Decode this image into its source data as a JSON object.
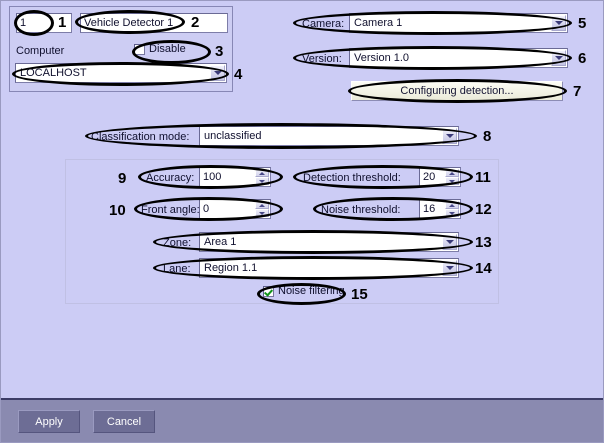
{
  "dialog": {
    "title_not_shown": "",
    "id_field": {
      "value": "1"
    },
    "name_field": {
      "value": "Vehicle Detector 1"
    },
    "computer_label": "Computer",
    "disable_checkbox": {
      "label": "Disable",
      "checked": false
    },
    "computer_combo": {
      "value": "LOCALHOST"
    },
    "camera_label": "Camera:",
    "camera_combo": {
      "value": "Camera 1"
    },
    "version_label": "Version:",
    "version_combo": {
      "value": "Version 1.0"
    },
    "configuring_button": {
      "label": "Configuring detection..."
    },
    "classification_label": "Classification mode:",
    "classification_combo": {
      "value": "unclassified"
    },
    "accuracy_label": "Accuracy:",
    "accuracy_spin": {
      "value": "100"
    },
    "front_angle_label": "Front angle:",
    "front_angle_spin": {
      "value": "0"
    },
    "detection_threshold_label": "Detection threshold:",
    "detection_threshold_spin": {
      "value": "20"
    },
    "noise_threshold_label": "Noise threshold:",
    "noise_threshold_spin": {
      "value": "16"
    },
    "zone_label": "Zone:",
    "zone_combo": {
      "value": "Area 1"
    },
    "lane_label": "Lane:",
    "lane_combo": {
      "value": "Region 1.1"
    },
    "noise_filtering_checkbox": {
      "label": "Noise filtering",
      "checked": true
    }
  },
  "footer": {
    "apply_label": "Apply",
    "cancel_label": "Cancel"
  },
  "annotations": [
    {
      "n": "1"
    },
    {
      "n": "2"
    },
    {
      "n": "3"
    },
    {
      "n": "4"
    },
    {
      "n": "5"
    },
    {
      "n": "6"
    },
    {
      "n": "7"
    },
    {
      "n": "8"
    },
    {
      "n": "9"
    },
    {
      "n": "10"
    },
    {
      "n": "11"
    },
    {
      "n": "12"
    },
    {
      "n": "13"
    },
    {
      "n": "14"
    },
    {
      "n": "15"
    }
  ],
  "colors": {
    "dialog_background": "#ccccf5",
    "group_background": "#cdcdf3",
    "field_background": "#ffffff",
    "footer_background": "#8a8ab0",
    "footer_button": "#6d6d95",
    "annotation": "#000000",
    "check_mark": "#11941b",
    "text": "#10102e"
  }
}
